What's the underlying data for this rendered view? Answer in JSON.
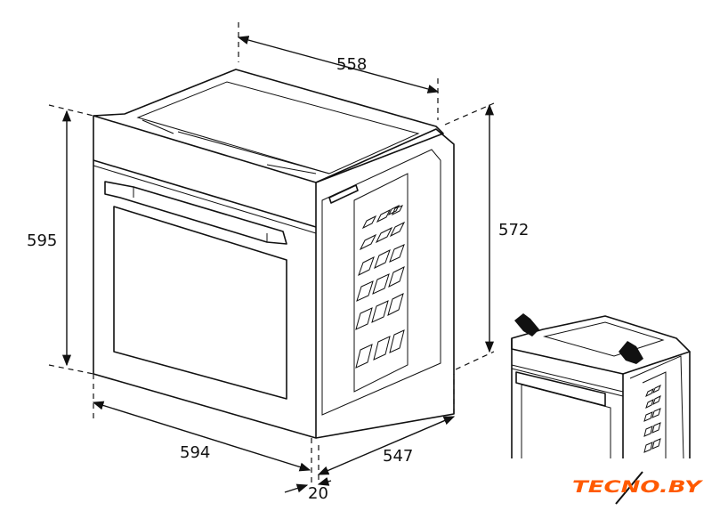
{
  "dimensions": {
    "top_depth": "558",
    "front_height": "595",
    "side_height": "572",
    "front_width": "594",
    "side_depth": "547",
    "door_offset": "20"
  },
  "logo": {
    "text": "TECNO.BY",
    "color": "#ff5a00"
  }
}
